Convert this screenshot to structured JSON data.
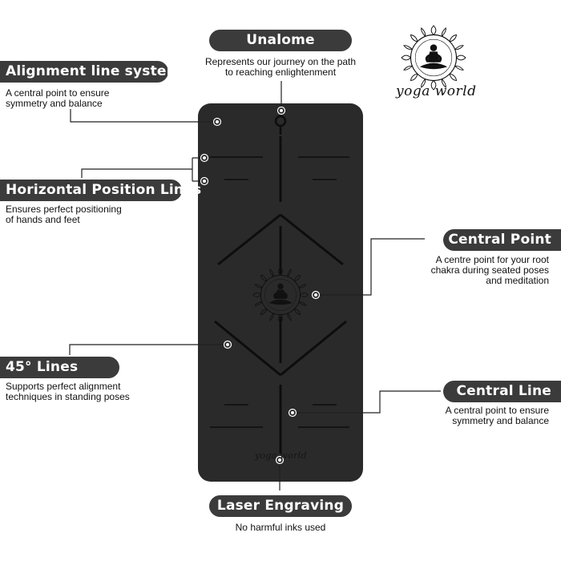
{
  "brand": {
    "name": "yoga world"
  },
  "callouts": {
    "unalome": {
      "title": "Unalome",
      "desc": [
        "Represents our journey on the path",
        "to reaching enlightenment"
      ]
    },
    "alignment": {
      "title": "Alignment line system",
      "desc": [
        "A central point to ensure",
        "symmetry and balance"
      ]
    },
    "horizontal": {
      "title": "Horizontal Position Lines",
      "desc": [
        "Ensures perfect positioning",
        "of hands and feet"
      ]
    },
    "central_point": {
      "title": "Central Point",
      "desc": [
        "A centre point for your root",
        "chakra during seated poses",
        "and meditation"
      ]
    },
    "lines45": {
      "title": "45° Lines",
      "desc": [
        "Supports perfect alignment",
        "techniques in standing poses"
      ]
    },
    "central_line": {
      "title": "Central Line",
      "desc": [
        "A central point to ensure",
        "symmetry and balance"
      ]
    },
    "laser": {
      "title": "Laser Engraving",
      "desc": [
        "No harmful inks used"
      ]
    }
  },
  "colors": {
    "pill": "#3b3b3b",
    "mat": "#2a2a2a",
    "engraving": "#0d0d0d",
    "marker": "#ffffff"
  },
  "icons": {
    "logo": "meditating-figure-mandala-icon",
    "mat_emblem": "meditating-figure-mandala-icon",
    "marker": "target-dot-icon"
  }
}
